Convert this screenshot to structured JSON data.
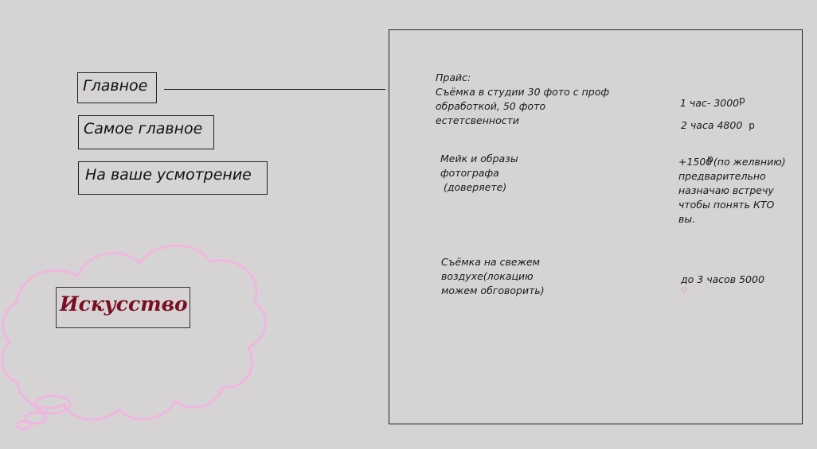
{
  "nav": {
    "items": [
      {
        "label": "Главное"
      },
      {
        "label": "Самое главное"
      },
      {
        "label": "На ваше усмотрение"
      }
    ]
  },
  "art": {
    "label": "Искусство"
  },
  "colors": {
    "background": "#d5d3d4",
    "cloud_outline": "#f0b6e0",
    "art_text": "#7b0e22",
    "border": "#222222"
  },
  "price": {
    "title": "Прайс:",
    "studio": {
      "lines": [
        "Съёмка в студии 30 фото с проф",
        "обработкой, 50 фото",
        "естетсвенности"
      ],
      "one_hour": "1 час- 3000",
      "two_hours": "2 часа 4800",
      "currency": "р"
    },
    "makeup": {
      "lines": [
        "Мейк и образы",
        "фотографа",
        " (доверяете)"
      ],
      "price_first": "+1500",
      "price_mark": "р",
      "price_note": "(по желвнию)",
      "price_lines": [
        "предварительно",
        "назначаю встречу",
        "чтобы понять КТО",
        "вы."
      ]
    },
    "outdoor": {
      "lines": [
        "Съёмка на свежем",
        "воздухе(локацию",
        "можем обговорить)"
      ],
      "price": "до 3 часов 5000"
    }
  }
}
